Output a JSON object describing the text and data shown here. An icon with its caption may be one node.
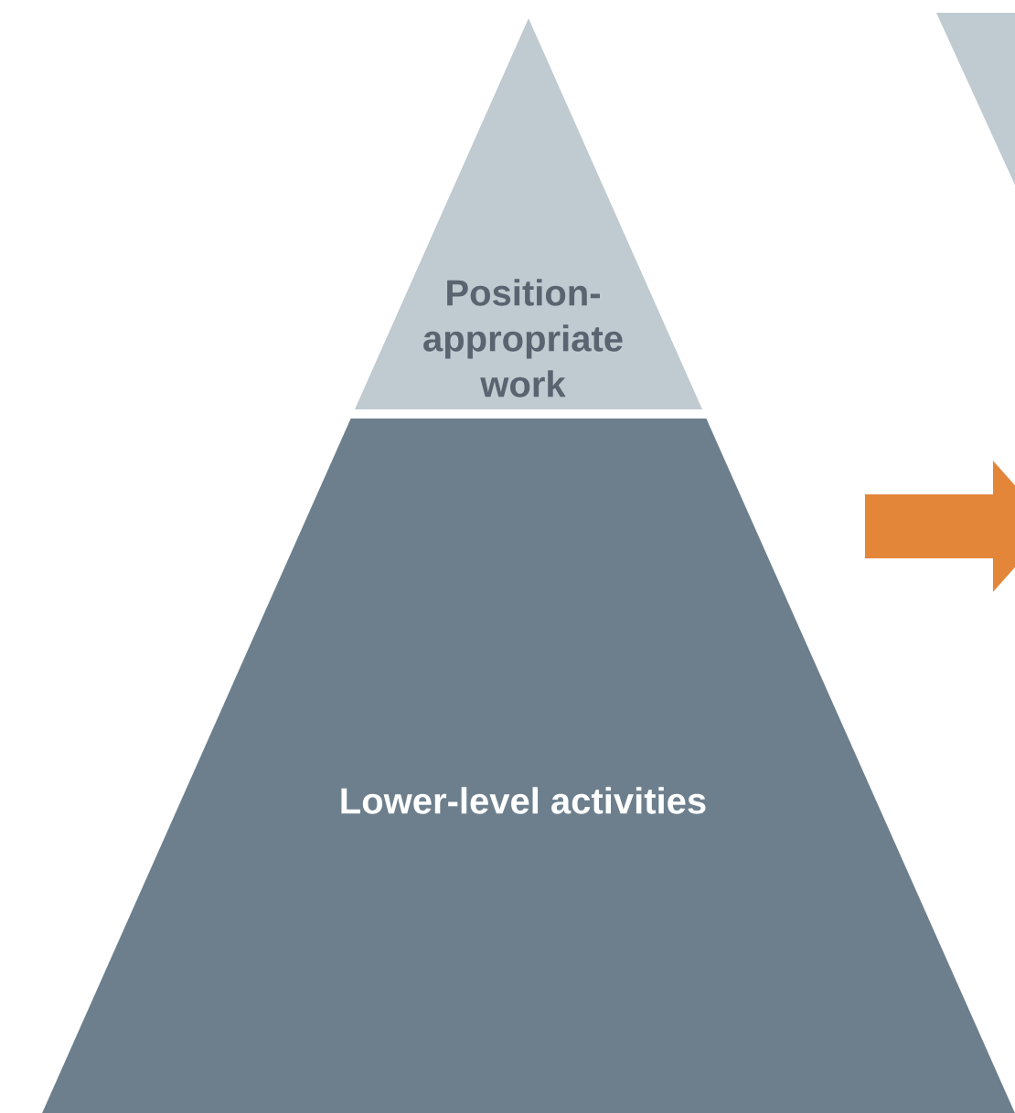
{
  "diagram": {
    "nodes": [
      {
        "text": [
          "Position-appropriate work"
        ]
      },
      {
        "text": [
          "Lower-level activities"
        ]
      },
      {
        "text": [],
        "shape": "triangle"
      }
    ]
  }
}
